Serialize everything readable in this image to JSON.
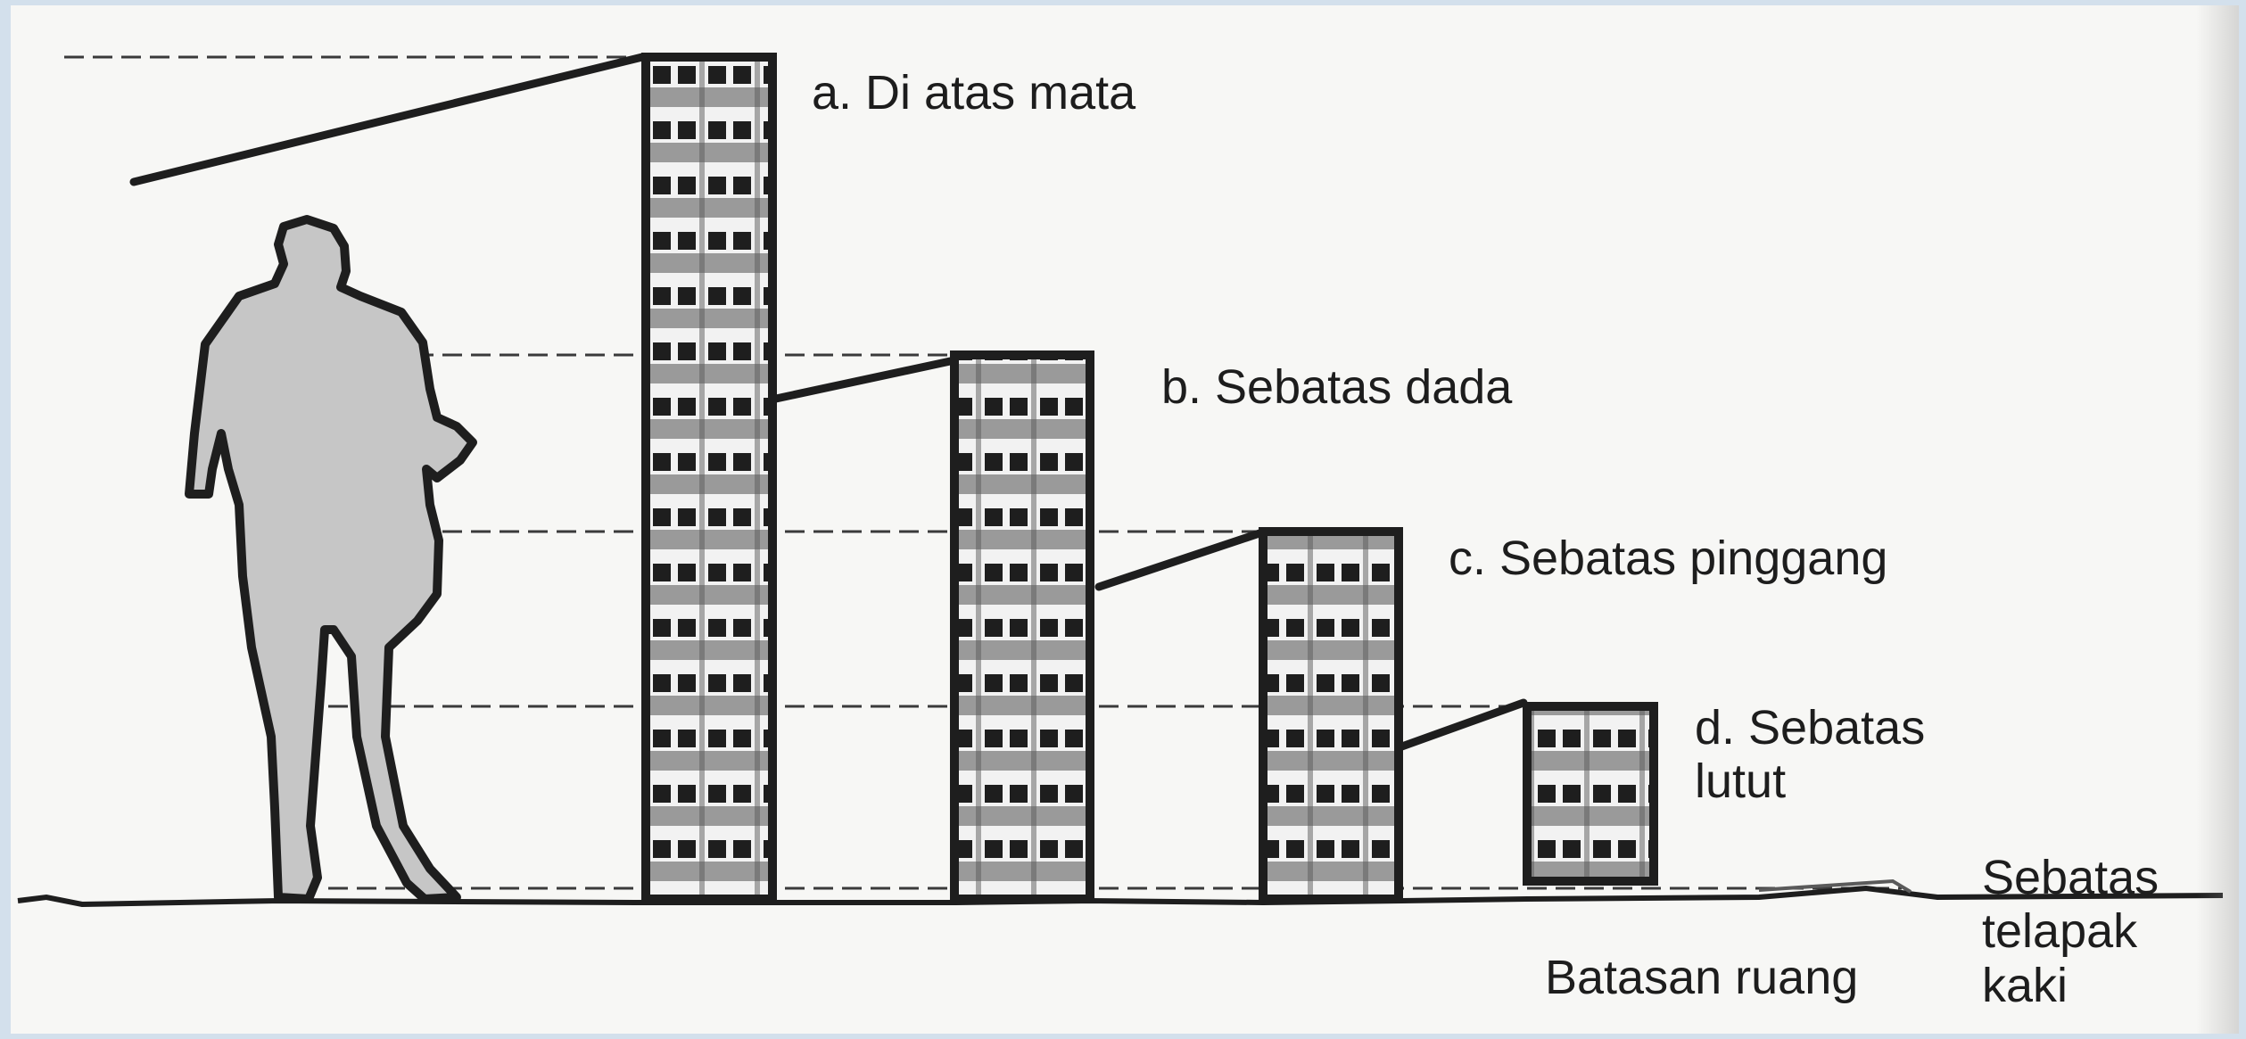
{
  "labels": {
    "a": "a. Di atas mata",
    "b": "b. Sebatas dada",
    "c": "c. Sebatas pinggang",
    "d": "d. Sebatas lutut",
    "foot": "Sebatas telapak kaki",
    "room": "Batasan ruang"
  },
  "colors": {
    "ink": "#1e1e1e",
    "checker_light": "#f2f2f2",
    "checker_band": "#9a9a9a",
    "figure_fill": "#c6c6c6",
    "paper": "#f7f7f5",
    "frame": "#d3e0ec"
  }
}
